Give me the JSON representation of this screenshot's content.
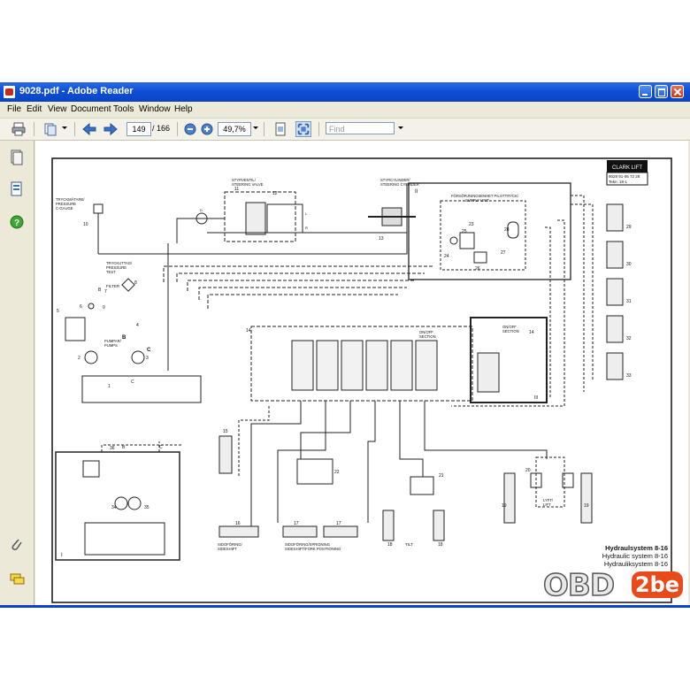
{
  "window": {
    "title": "9028.pdf - Adobe Reader"
  },
  "menu": [
    "File",
    "Edit",
    "View",
    "Document",
    "Tools",
    "Window",
    "Help"
  ],
  "toolbar": {
    "page_current": "149",
    "page_total": "/ 166",
    "zoom": "49,7%",
    "find_placeholder": "Find"
  },
  "schematic": {
    "logo": "CLARK LIFT",
    "doc_number": "9028 91-06 72 28",
    "doc_sub": "Tekn.   18-1",
    "labels": {
      "tryckmatare": "TRYCKMÄTARE/\nPRESSURE\nC-GAUGE",
      "styrventil": "STYRVENTIL/\nSTEERING VALVE",
      "styrcylinder": "STYRCYLINDER/\nSTEERING CYLINDER",
      "forsorjning": "FÖRSÖRJNINGSENHET PILOTTRYCK/\nSUPPLY UNIT",
      "tryckuttag": "TRYCKUTTAG/\nPRESSURE\nTEST",
      "filter": "FILTER",
      "pumpar": "PUMPAR/\nPUMPS",
      "on_off_section": "ON/OFF\nSECTION",
      "on_off_section2": "ON/OFF\nSECTION",
      "sidoforing_left": "SIDOFÖRING/\nSIDESHIFT",
      "sidoforing_mid": "SIDOFÖRING/SPRIDNING\nSIDESHIFT/FORK POSITIONING",
      "tilt": "TILT",
      "lyft": "LYFT/\nLIFT",
      "roman_1": "I",
      "roman_2": "II",
      "roman_3": "III"
    },
    "numbers": [
      "10",
      "11",
      "12",
      "13",
      "1",
      "2",
      "3",
      "4",
      "5",
      "6",
      "7",
      "8",
      "9",
      "14",
      "15",
      "16",
      "17",
      "17",
      "18",
      "18",
      "19",
      "19",
      "20",
      "21",
      "22",
      "23",
      "24",
      "25",
      "26",
      "27",
      "28",
      "29",
      "30",
      "31",
      "32",
      "33",
      "34",
      "35",
      "36"
    ],
    "port_letters": [
      "A",
      "B",
      "C",
      "D",
      "P",
      "T",
      "L",
      "R"
    ],
    "caption": {
      "line1": "Hydraulsystem 8-16",
      "line2": "Hydraulic system 8-16",
      "line3": "Hydrauliksystem 8-16"
    }
  },
  "watermark": {
    "text": "OBD",
    "badge": "2be"
  },
  "colors": {
    "titlebar": "#0f4fd4",
    "chrome": "#ece9d8",
    "watermark_badge": "#e84a1a"
  }
}
